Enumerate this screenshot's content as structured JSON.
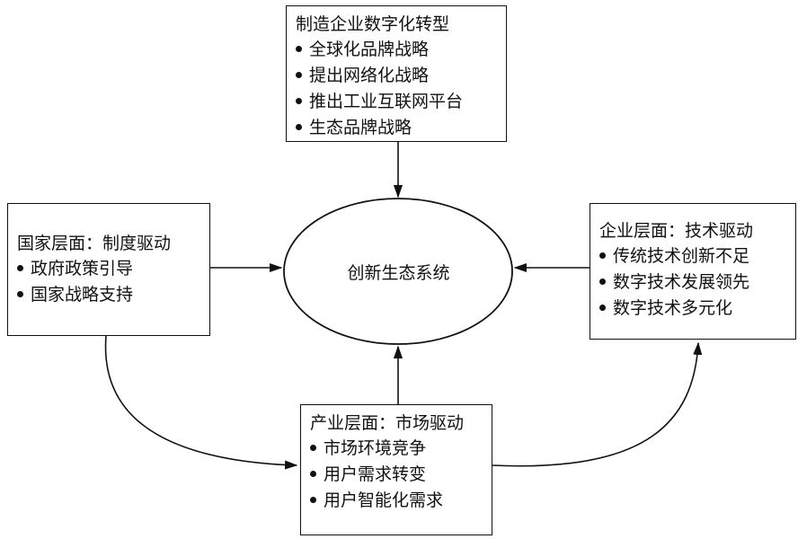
{
  "center": {
    "label": "创新生态系统"
  },
  "top": {
    "title": "制造企业数字化转型",
    "items": [
      "全球化品牌战略",
      "提出网络化战略",
      "推出工业互联网平台",
      "生态品牌战略"
    ]
  },
  "left": {
    "title": "国家层面：制度驱动",
    "items": [
      "政府政策引导",
      "国家战略支持"
    ]
  },
  "right": {
    "title": "企业层面：技术驱动",
    "items": [
      "传统技术创新不足",
      "数字技术发展领先",
      "数字技术多元化"
    ]
  },
  "bottom": {
    "title": "产业层面：市场驱动",
    "items": [
      "市场环境竞争",
      "用户需求转变",
      "用户智能化需求"
    ]
  }
}
